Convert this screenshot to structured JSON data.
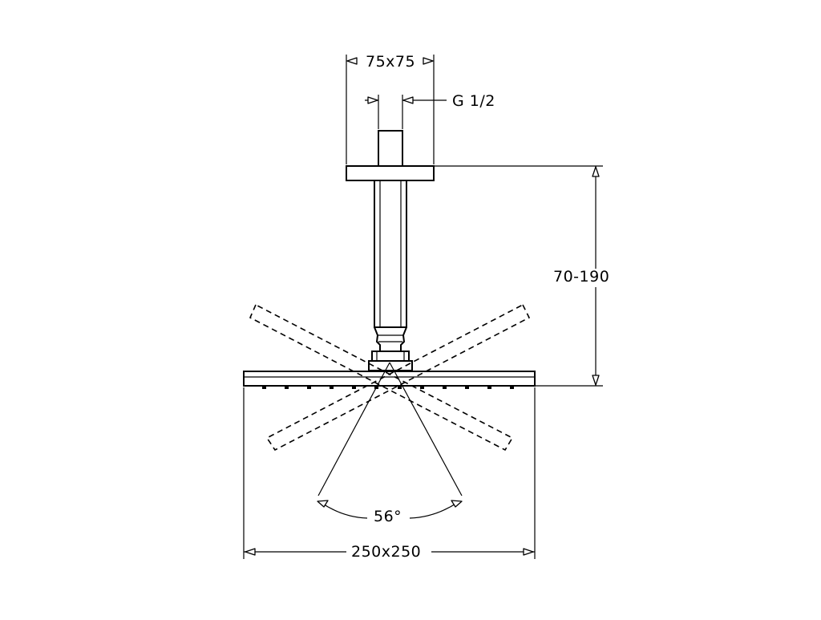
{
  "drawing": {
    "icon": "ceiling-mounted-shower-head-technical-drawing",
    "dimensions": {
      "flange_size": "75x75",
      "thread": "G 1/2",
      "arm_length": "70-190",
      "swivel_angle": "56°",
      "head_size": "250x250"
    }
  }
}
